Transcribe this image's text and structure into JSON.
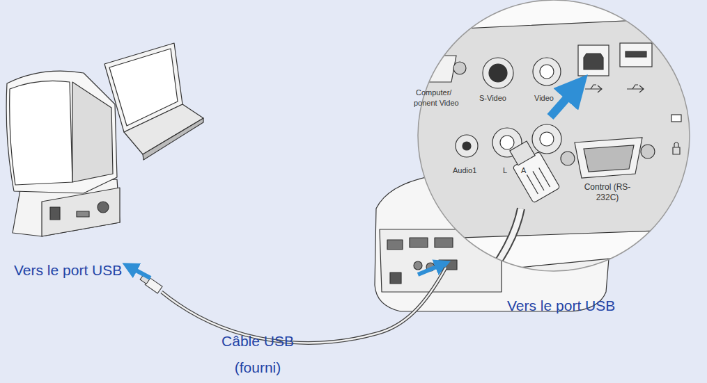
{
  "diagram": {
    "labels": [
      "Vers le port USB",
      "Vers le port USB",
      "Câble USB (fourni)",
      "Computer/",
      "ponent Video",
      "S-Video",
      "Video",
      "Audio1",
      "L",
      "A",
      "Control (RS-232C)"
    ]
  }
}
